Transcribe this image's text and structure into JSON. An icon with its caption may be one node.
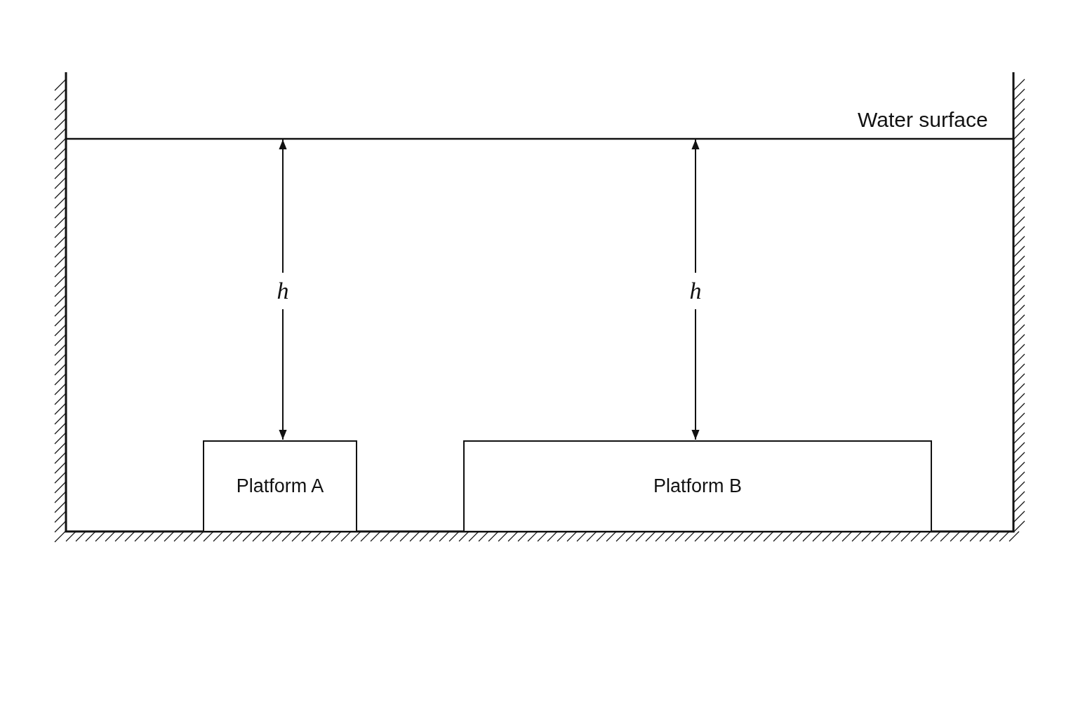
{
  "diagram": {
    "nodes": [
      {
        "text": [
          "Platform A"
        ]
      },
      {
        "text": [
          "Platform B"
        ]
      }
    ],
    "labels": [
      "Water surface",
      "h",
      "h"
    ]
  }
}
